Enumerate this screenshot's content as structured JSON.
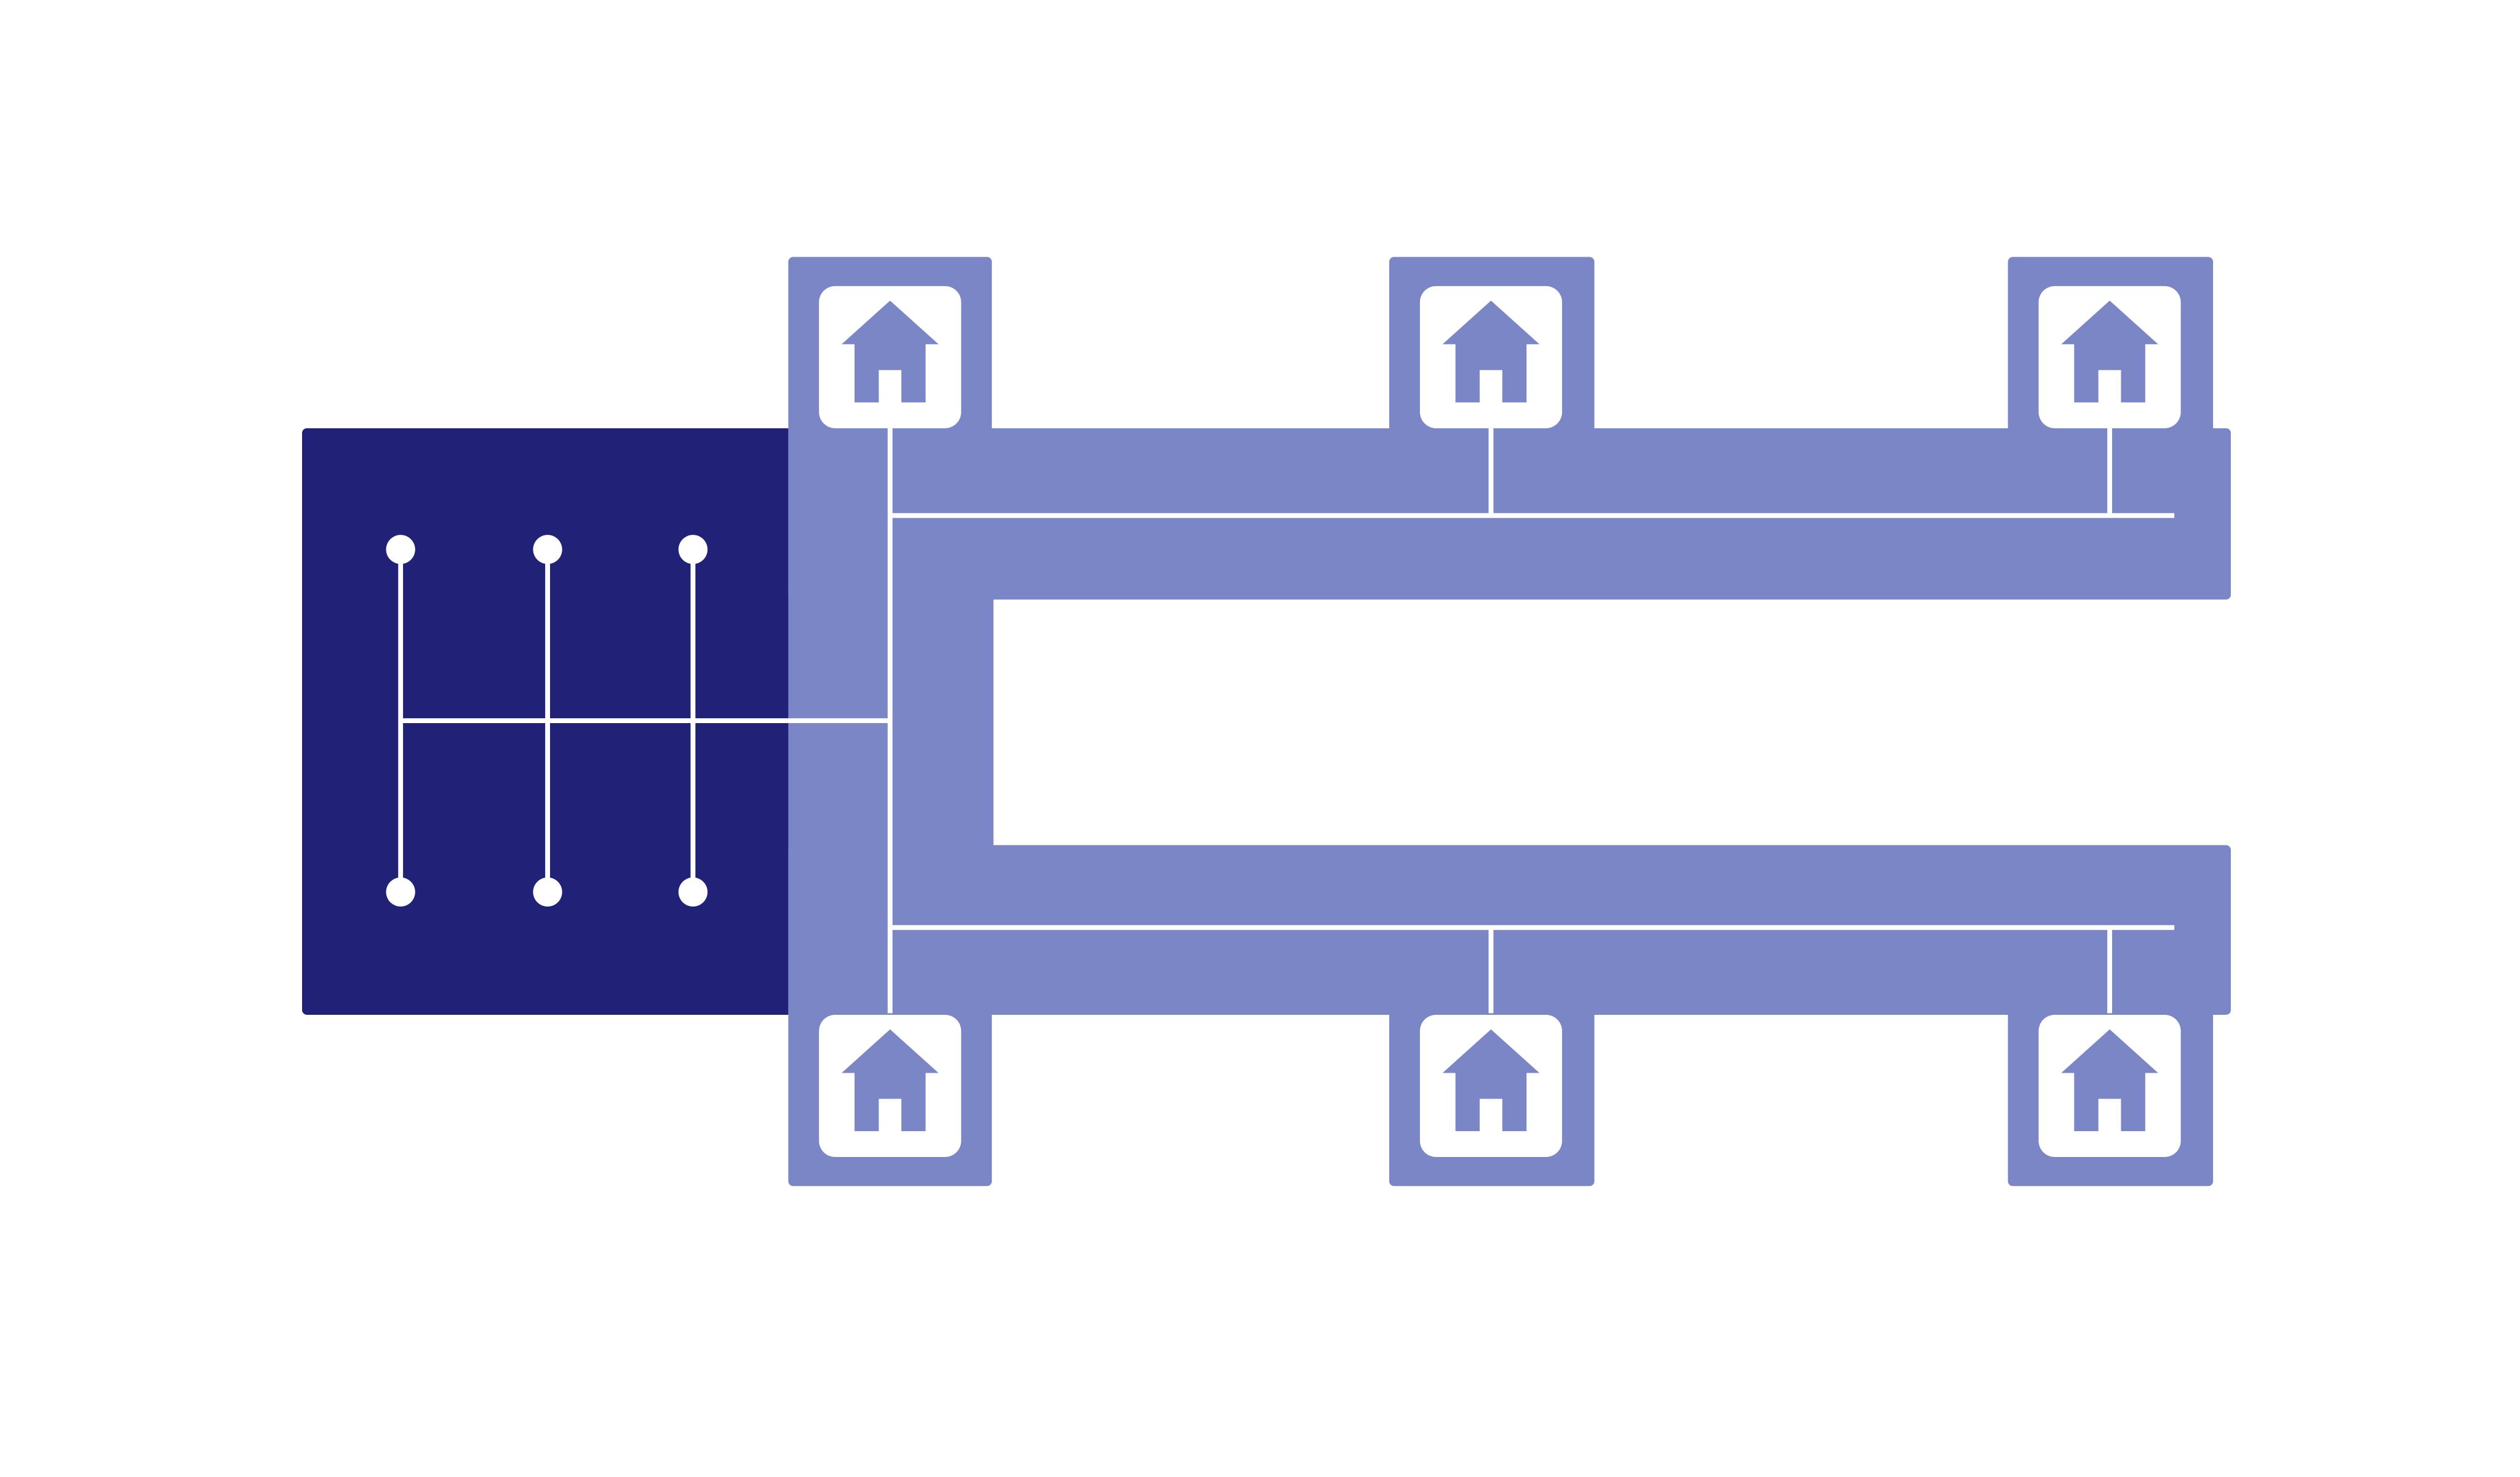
{
  "diagram": {
    "colors": {
      "background": "#ffffff",
      "hub_panel": "#212177",
      "network": "#7b86c7",
      "lines": "#ffffff",
      "icon_tile": "#ffffff",
      "house_icon": "#7b86c7"
    },
    "hub": {
      "icon": "gear-shift-pattern-icon",
      "gears": 6
    },
    "houses": [
      {
        "id": "top-1",
        "icon": "house-icon"
      },
      {
        "id": "top-2",
        "icon": "house-icon"
      },
      {
        "id": "top-3",
        "icon": "house-icon"
      },
      {
        "id": "bottom-1",
        "icon": "house-icon"
      },
      {
        "id": "bottom-2",
        "icon": "house-icon"
      },
      {
        "id": "bottom-3",
        "icon": "house-icon"
      }
    ]
  }
}
